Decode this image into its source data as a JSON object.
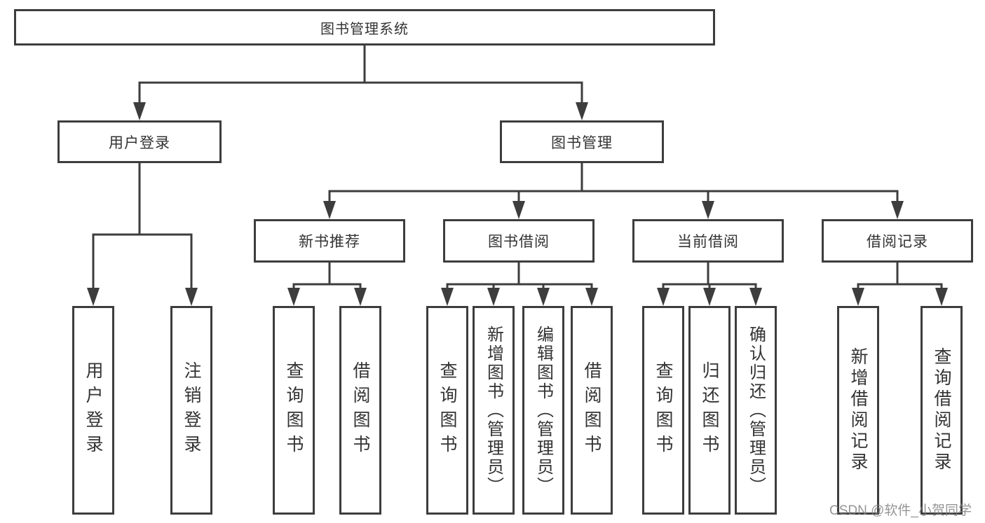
{
  "diagram": {
    "root": {
      "label": "图书管理系统"
    },
    "level2": [
      {
        "label": "用户登录"
      },
      {
        "label": "图书管理"
      }
    ],
    "level3": [
      {
        "label": "新书推荐"
      },
      {
        "label": "图书借阅"
      },
      {
        "label": "当前借阅"
      },
      {
        "label": "借阅记录"
      }
    ],
    "leaves": {
      "user_login": [
        "用户登录",
        "注销登录"
      ],
      "new_book_recommend": [
        "查询图书",
        "借阅图书"
      ],
      "book_borrow": [
        "查询图书",
        "新增图书（管理员）",
        "编辑图书（管理员）",
        "借阅图书"
      ],
      "current_borrow": [
        "查询图书",
        "归还图书",
        "确认归还（管理员）"
      ],
      "borrow_record": [
        "新增借阅记录",
        "查询借阅记录"
      ]
    }
  },
  "watermark": "CSDN @软件_小贺同学",
  "colors": {
    "line": "#3d3d3d",
    "text": "#333333",
    "watermark": "#828282",
    "background": "#ffffff"
  }
}
